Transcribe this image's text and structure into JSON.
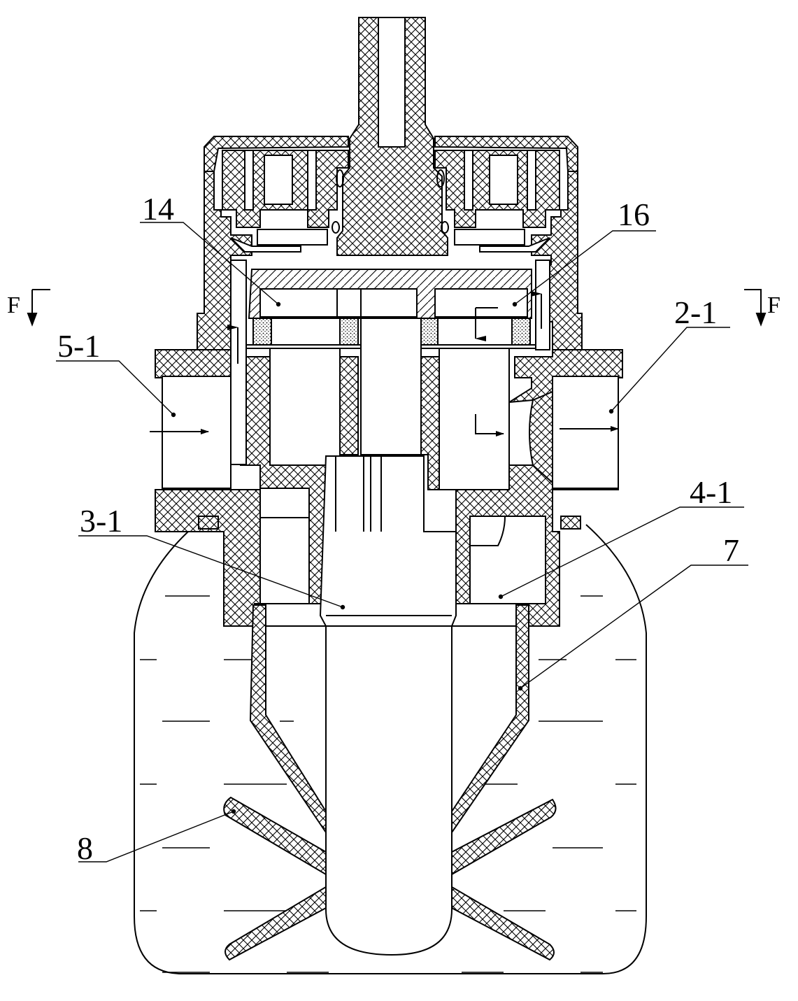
{
  "labels": {
    "l14": "14",
    "l16": "16",
    "l5_1": "5-1",
    "l2_1": "2-1",
    "l3_1": "3-1",
    "l4_1": "4-1",
    "l7": "7",
    "l8": "8"
  },
  "section": {
    "left": "F",
    "right": "F"
  },
  "colors": {
    "line": "#000000",
    "background": "#ffffff"
  }
}
